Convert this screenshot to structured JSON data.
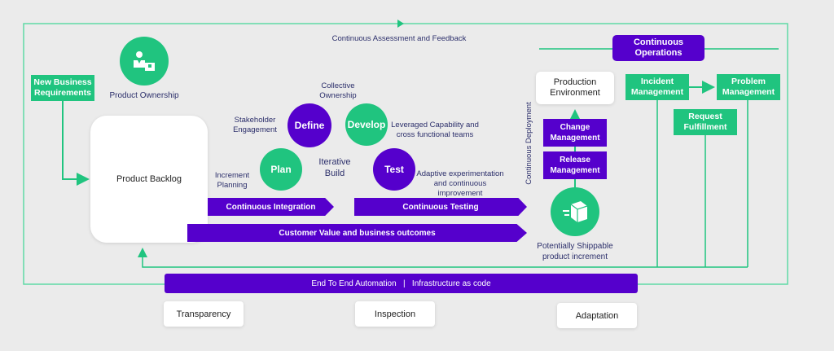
{
  "colors": {
    "green": "#20c47f",
    "purple": "#5500cc",
    "navy": "#2c2f6b",
    "background": "#ebebeb"
  },
  "top_loop_label": "Continuous Assessment and Feedback",
  "product_ownership": {
    "icon": "product-owner-icon",
    "label": "Product Ownership"
  },
  "new_business_requirements": "New Business Requirements",
  "product_backlog": "Product Backlog",
  "iterative_build": {
    "center_label": "Iterative Build",
    "stages": [
      {
        "name": "Plan",
        "caption": "Increment Planning"
      },
      {
        "name": "Define",
        "caption": "Stakeholder Engagement"
      },
      {
        "name": "Develop",
        "caption": "Leveraged Capability and cross functional teams"
      },
      {
        "name": "Test",
        "caption": "Adaptive experimentation and continuous improvement"
      }
    ],
    "collective_ownership": "Collective Ownership"
  },
  "bands": {
    "continuous_integration": "Continuous Integration",
    "continuous_testing": "Continuous Testing",
    "customer_value": "Customer Value and business outcomes",
    "automation": "End To End Automation   |   Infrastructure as code"
  },
  "deployment": {
    "vertical_label": "Continuous Deployment",
    "production_environment": "Production Environment",
    "change_management": "Change Management",
    "release_management": "Release Management",
    "shippable_icon": "shipping-box-icon",
    "shippable_label": "Potentially Shippable product increment"
  },
  "operations": {
    "title": "Continuous Operations",
    "incident_management": "Incident Management",
    "problem_management": "Problem Management",
    "request_fulfillment": "Request Fulfillment"
  },
  "pillars": [
    "Transparency",
    "Inspection",
    "Adaptation"
  ]
}
